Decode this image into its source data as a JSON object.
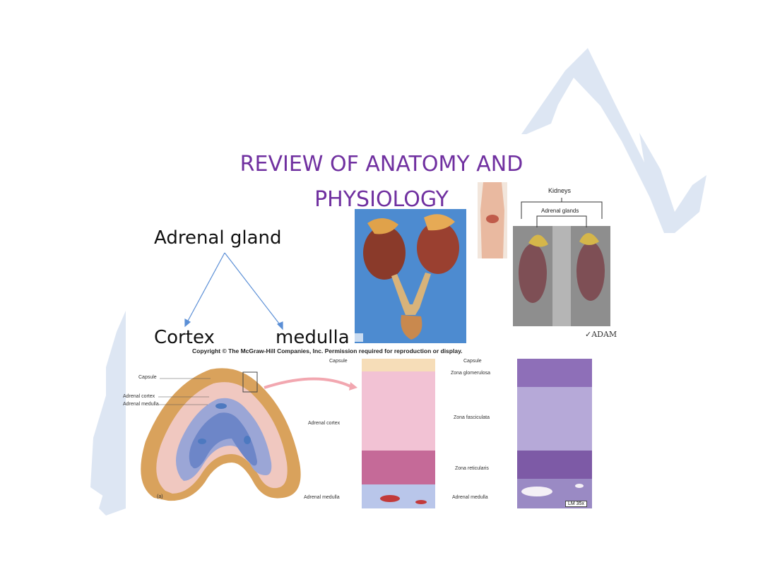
{
  "slide": {
    "title_line1": "REVIEW OF ANATOMY AND",
    "title_line2": "PHYSIOLOGY",
    "adrenal_label": "Adrenal gland",
    "cortex_label": "Cortex",
    "medulla_label": "medulla",
    "title_color": "#7030a0",
    "watermark_color": "#dde6f3",
    "arrow_color": "#5b8fd6"
  },
  "kidney_diagram": {
    "kidneys_label": "Kidneys",
    "adrenal_glands_label": "Adrenal glands",
    "credit": "ADAM"
  },
  "histology": {
    "copyright": "Copyright © The McGraw-Hill Companies, Inc. Permission required for reproduction or display.",
    "section_labels": {
      "capsule": "Capsule",
      "adrenal_cortex": "Adrenal cortex",
      "adrenal_medulla": "Adrenal medulla",
      "panel": "(a)"
    },
    "zone_labels": {
      "capsule_left": "Capsule",
      "capsule_right": "Capsule",
      "zona_glomerulosa": "Zona glomerulosa",
      "adrenal_cortex": "Adrenal cortex",
      "zona_fasciculata": "Zona fasciculata",
      "zona_reticularis": "Zona reticularis",
      "adrenal_medulla_left": "Adrenal medulla",
      "adrenal_medulla_right": "Adrenal medulla"
    },
    "magnification": "LM 35x"
  }
}
